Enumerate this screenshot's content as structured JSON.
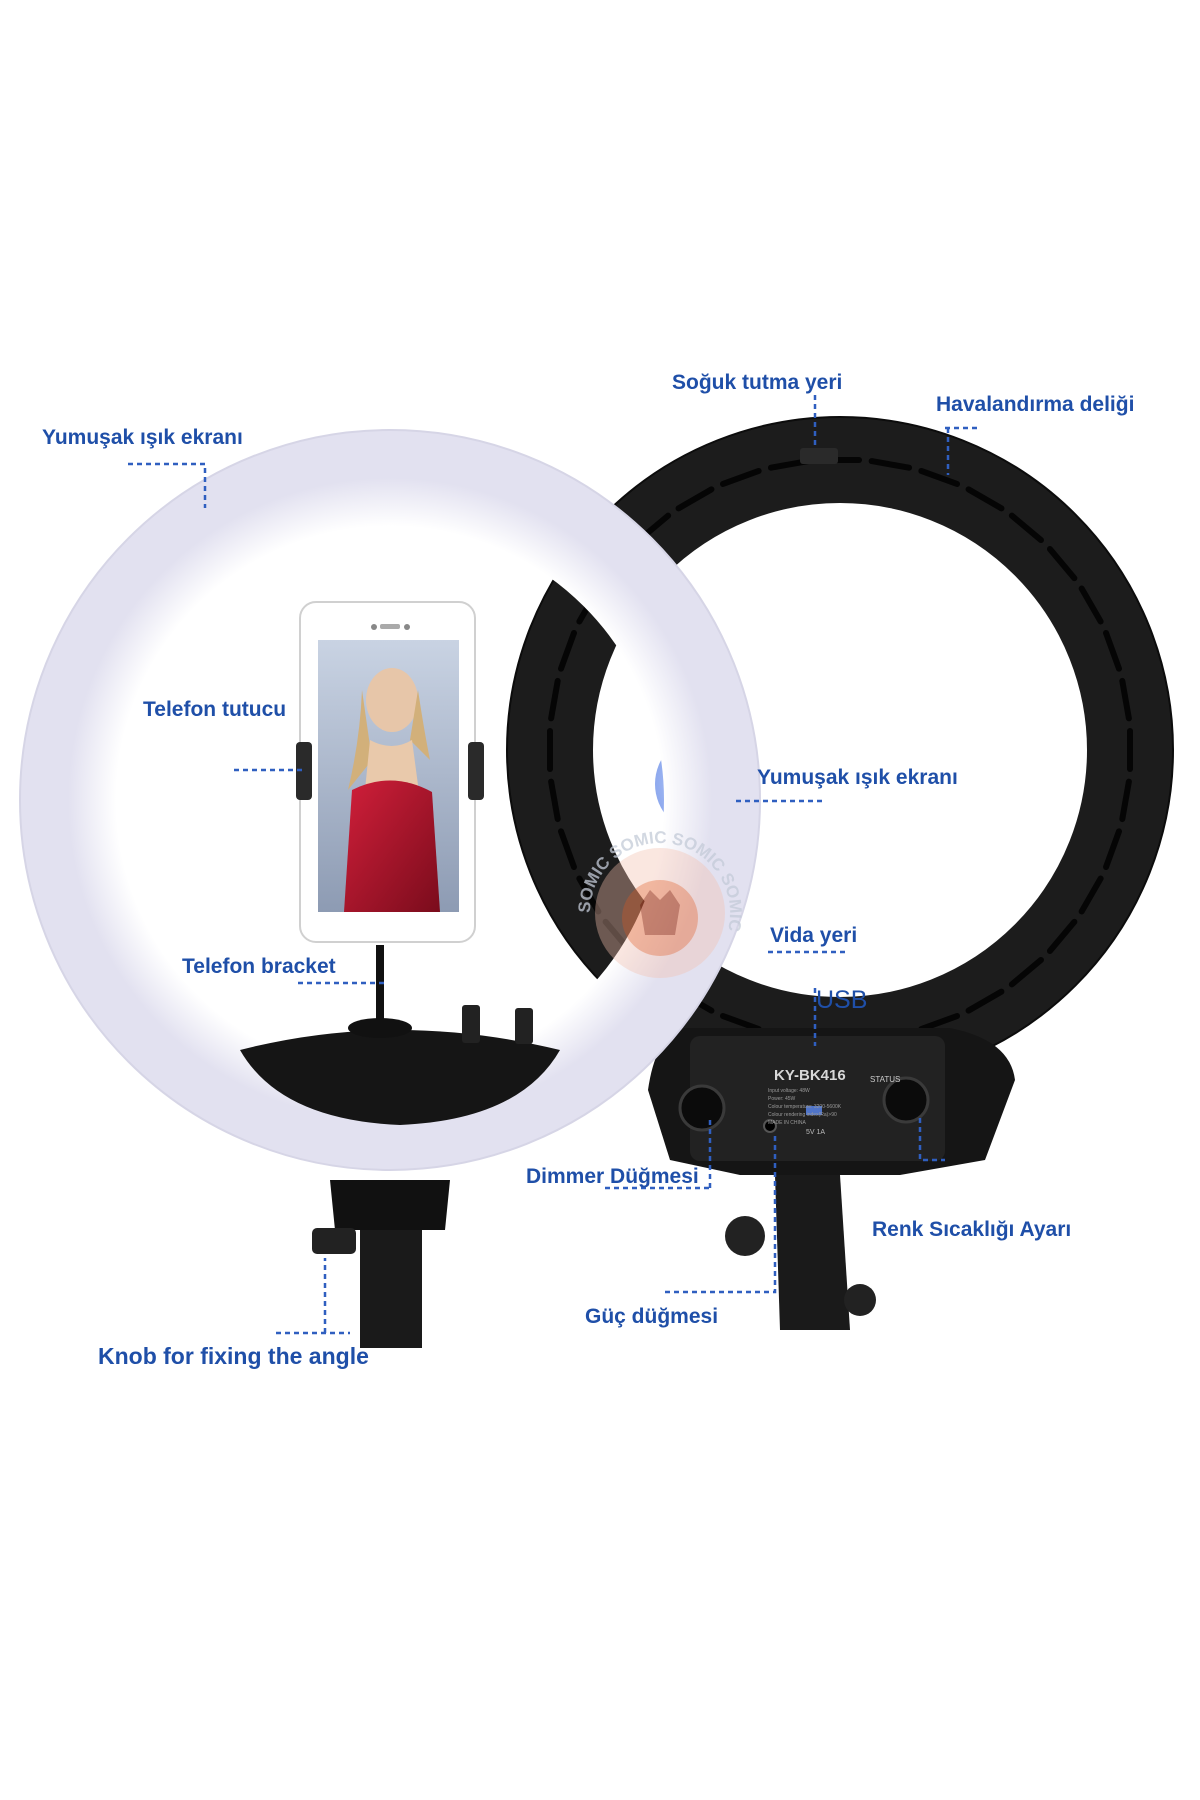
{
  "labels": {
    "soft_light_front": "Yumuşak ışık ekranı",
    "cold_grip": "Soğuk tutma yeri",
    "vent_hole": "Havalandırma deliği",
    "phone_holder": "Telefon tutucu",
    "soft_light_back": "Yumuşak ışık ekranı",
    "phone_bracket": "Telefon bracket",
    "screw_mount": "Vida yeri",
    "usb": "USB",
    "dimmer_button": "Dimmer Düğmesi",
    "color_temp": "Renk Sıcaklığı Ayarı",
    "power_button": "Güç düğmesi",
    "angle_knob": "Knob for fixing the angle"
  },
  "device": {
    "model": "KY-BK416",
    "status_label": "STATUS",
    "usb_port_text": "5V 1A",
    "spec_lines": [
      "Input voltage: 48W",
      "Power: 45W",
      "Colour temperature: 3200-5600K",
      "Colour rendering index(Ra)>90",
      "MADE IN CHINA"
    ]
  },
  "watermark": {
    "text": "SOMIC SOMIC SOMIC SOMIC"
  },
  "colors": {
    "label_blue": "#1f4fa8",
    "leader_blue": "#2f5fc0",
    "ring_front": "#f4f3fb",
    "ring_back": "#1c1c1c",
    "dress_red": "#b3122a"
  }
}
